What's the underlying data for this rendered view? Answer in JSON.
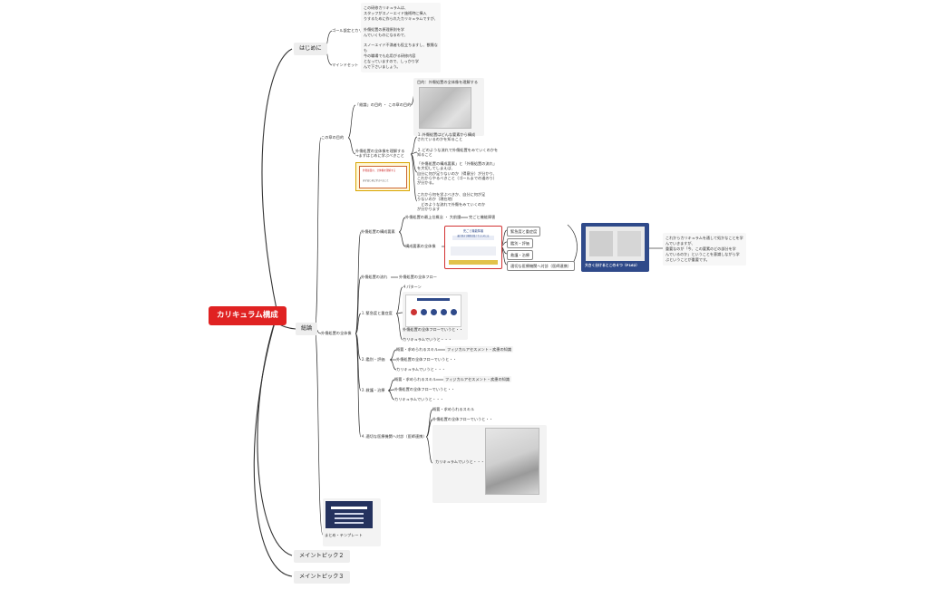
{
  "root": {
    "label": "カリキュラム構成"
  },
  "hajimeni": {
    "label": "はじめに",
    "goal": {
      "label": "ゴール設定とカリキュラム",
      "text": "この研修カリキュラムは、\nスタッフがスノーエイド施術時に挿​入\nりするために作られたカリキュラムですが、\n\n外傷処置の原理原則を学\nんでいくものになるので、\n\nスノーエイド不満者も役立ちますし、獣傷な\nも\n今の職場でも応用がる研修内容\nとなっていますので、しっかり学\nんで下さいましょう。"
    },
    "mindset": "マインドセット"
  },
  "sosetsu": {
    "label": "総論",
    "kono_mokuteki": {
      "label": "この章の目的",
      "ronri": "「総論」の目的 ・ この章の目的",
      "ronri_caption": "目的：外傷処置の全体像を理解する",
      "zentai_label": "外傷処置の全体像を理解する\n→まずはじめに学ぶべきこと",
      "slide_line1": "外傷処置の、全体像を理解する",
      "slide_line2": "まずはじめに学ぶべきこと",
      "items": [
        "１.外傷処置はどんな要素から構成\nされているのかを知ること",
        "２.どのような流れで外傷処置をみていくのかを\n知ること",
        "「外傷処置の構成要素」と「外傷処置の流れ」\nを大切してしまえば、\n自分に何が足りないのか（得意分）が分かり、\nこれからやるべきこと（ゴールまでの道のり）\nが分かる。",
        "これから何を学ぶべきか、自分に何が足\nりないのか（現在地）\n　どのような流れで外傷をみていくのか\nが分かります"
      ]
    },
    "zentaizo": {
      "label": "外傷処置の全体像",
      "kousei": {
        "label": "外傷処置の構成要素",
        "seigou": "外傷処置の最上位概念 ・ 大前提",
        "seigou_result": "完ごと機能障害",
        "youso": "構成要素の全体像",
        "diagram_title": "完ごと機能障害",
        "diagram_sub": "最大限まで機能回復させるためには",
        "boxes": [
          "緊急度と重症度",
          "鑑別・評価",
          "救護・治療",
          "適切な医療機関へ対診（医師連携）"
        ],
        "big_label": "大きく分けるとこの４つ（P162）",
        "note": "これからカリキュラムを通して処かなことを学\nんでいきますが、\n重要なのが「今、この要素のどの部分を学\nんでいるのか」ということを意識しながら学\nぶということが重要です。"
      },
      "nagare": {
        "label": "外傷処置の流れ",
        "child": "外傷処置の全体フロー"
      },
      "kinkyu": {
        "label": "１.緊急度と重症度",
        "pattern": "４パターン",
        "flow": "外傷処置の全体フローでいうと・・",
        "curr": "カリキュラムでいうと・・・"
      },
      "kanbetsu": {
        "label": "２.鑑別・評価",
        "gaiyo": "概要・求められるスキル",
        "skill": "フィジカルアセスメント・疾患の知識",
        "flow": "外傷処置の全体フローでいうと・・",
        "curr": "カリキュラムでいうと・・・"
      },
      "kyugo": {
        "label": "３.救護・治療",
        "gaiyo": "概要・求められるスキル",
        "skill": "フィジカルアセスメント・疾患の知識",
        "flow": "外傷処置の全体フローでいうと・・",
        "curr": "カリキュラムでいうと・・・"
      },
      "taishin": {
        "label": "４.適切な医療機関へ対診（医師連携）",
        "gaiyo": "概要・求められるスキル",
        "flow": "外傷処置の全体フローでいうと・・",
        "curr": "カリキュラムでいうと・・・"
      }
    },
    "matome": "まとめ・テンプレート"
  },
  "topic2": "メイントピック２",
  "topic3": "メイントピック３",
  "colors": {
    "root": "#e02222",
    "line": "#333333",
    "slide_frame": "#d9a400",
    "big_box": "#2f4a8a",
    "red_outline": "#d33333"
  }
}
